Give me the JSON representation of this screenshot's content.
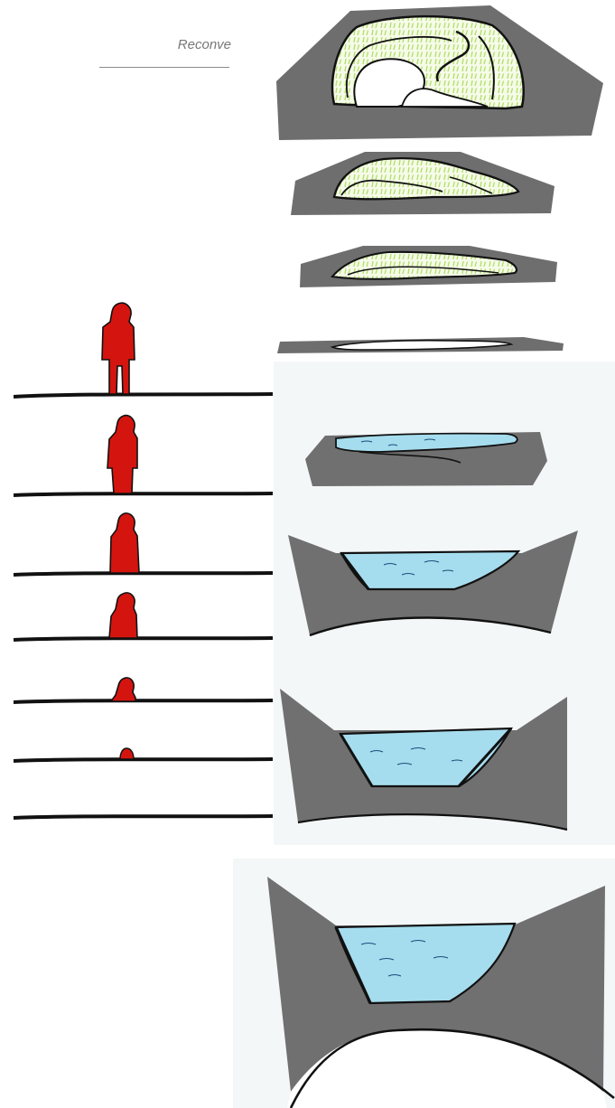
{
  "caption": {
    "text": "Reconve"
  },
  "colors": {
    "slab_grey": "#6e6e6e",
    "figure_red": "#d4150f",
    "vegetation_green": "#c8ec8a",
    "water_blue": "#a6ddee",
    "ink": "#111111",
    "paper": "#f4f7f8"
  },
  "figure_sequence": {
    "frames": [
      {
        "figure": "person-full"
      },
      {
        "figure": "person-full"
      },
      {
        "figure": "person-shoulders"
      },
      {
        "figure": "person-chest"
      },
      {
        "figure": "person-head-shoulders"
      },
      {
        "figure": "person-head-top"
      },
      {
        "figure": "none"
      }
    ]
  },
  "sketch_sequence": {
    "frames": [
      {
        "content": "vegetation",
        "form": "flat-slab"
      },
      {
        "content": "vegetation",
        "form": "flat-slab"
      },
      {
        "content": "vegetation",
        "form": "flat-slab"
      },
      {
        "content": "bare",
        "form": "flat-slab"
      },
      {
        "content": "water",
        "form": "tilted-slab"
      },
      {
        "content": "water",
        "form": "funnel"
      },
      {
        "content": "water",
        "form": "funnel"
      },
      {
        "content": "water",
        "form": "funnel-with-hill"
      }
    ]
  }
}
